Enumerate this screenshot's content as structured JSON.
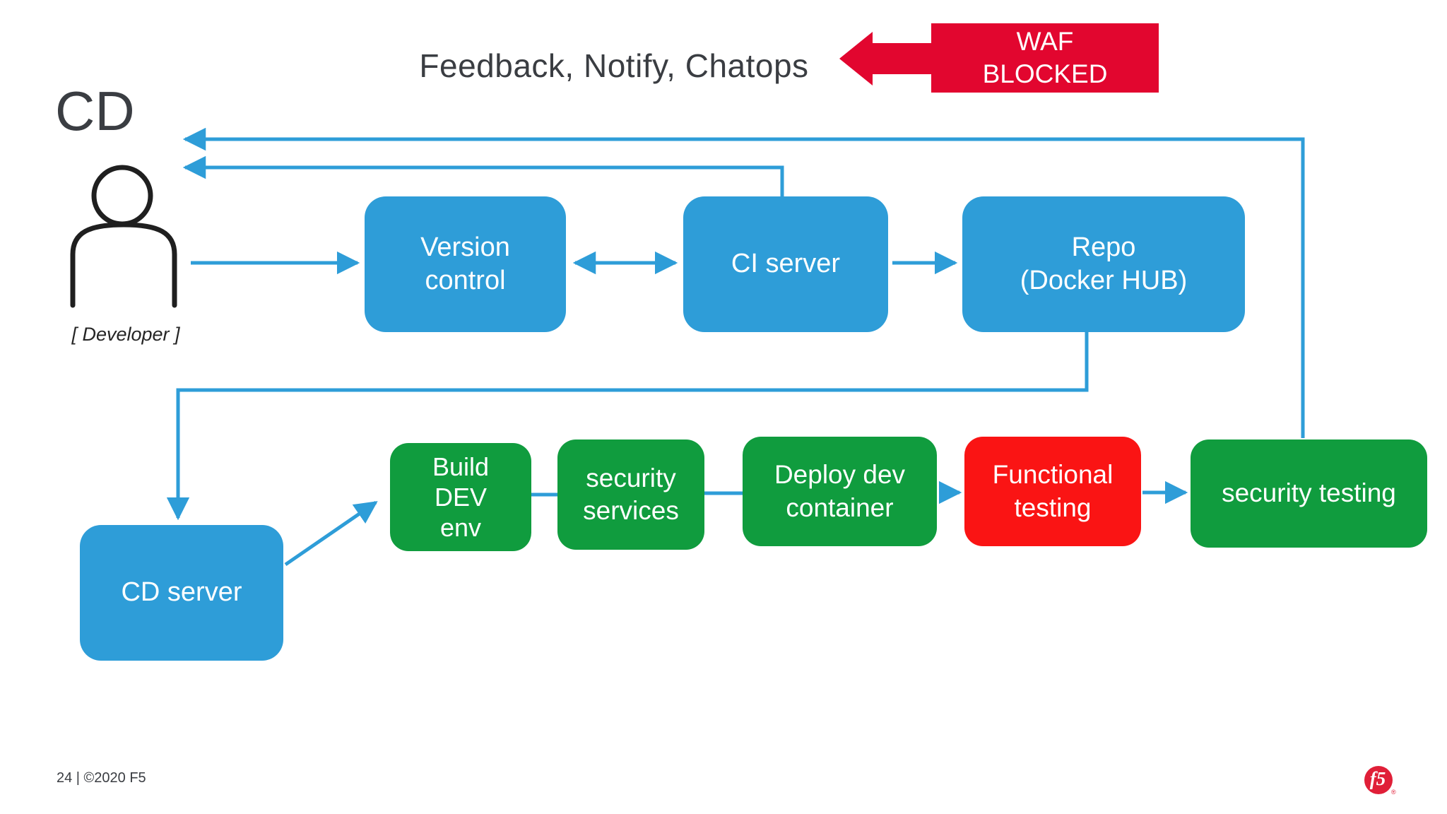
{
  "slide": {
    "title": "Feedback, Notify, Chatops",
    "cd_label": "CD",
    "developer_label": "[ Developer ]",
    "footer": "24 | ©2020 F5",
    "logo_text": "f5",
    "logo_reg_mark": "®"
  },
  "waf": {
    "label": "WAF\nBLOCKED"
  },
  "nodes": [
    {
      "id": "version-control",
      "label": "Version\ncontrol",
      "type": "blue"
    },
    {
      "id": "ci-server",
      "label": "CI server",
      "type": "blue"
    },
    {
      "id": "repo",
      "label": "Repo\n(Docker HUB)",
      "type": "blue"
    },
    {
      "id": "cd-server",
      "label": "CD server",
      "type": "blue"
    },
    {
      "id": "build-dev-env",
      "label": "Build\nDEV\nenv",
      "type": "green"
    },
    {
      "id": "security-services",
      "label": "security\nservices",
      "type": "green"
    },
    {
      "id": "deploy-dev-container",
      "label": "Deploy dev\ncontainer",
      "type": "green"
    },
    {
      "id": "functional-testing",
      "label": "Functional\ntesting",
      "type": "red"
    },
    {
      "id": "security-testing",
      "label": "security testing",
      "type": "green"
    }
  ],
  "colors": {
    "node_blue": "#2e9dd8",
    "node_green": "#109c3e",
    "node_red": "#fa1414",
    "waf_red": "#e2062f",
    "arrow_blue": "#2e9dd8",
    "f5_logo_red": "#e01f38",
    "text_dark": "#3a3d42"
  }
}
